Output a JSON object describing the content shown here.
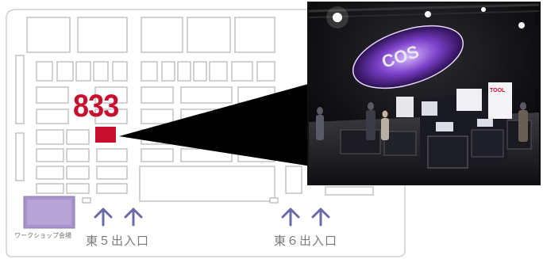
{
  "map": {
    "booth_number": "833",
    "highlight_color": "#c8102e",
    "hall_outline_color": "#cfcfcf",
    "booth_outline_color": "#b5b5b5",
    "workshop_area": {
      "label": "ワークショップ会場",
      "color": "#a793c9"
    },
    "entrances": [
      {
        "label": "東５出入口",
        "arrow_icon": "up-arrow-icon",
        "arrows": 2
      },
      {
        "label": "東６出入口",
        "arrow_icon": "up-arrow-icon",
        "arrows": 2
      }
    ],
    "arrow_color": "#6a6aa8"
  },
  "booth_photo": {
    "description_icon": "exhibition-booth-photo",
    "sign_logo": "COS",
    "panel_text": "TOOL"
  }
}
